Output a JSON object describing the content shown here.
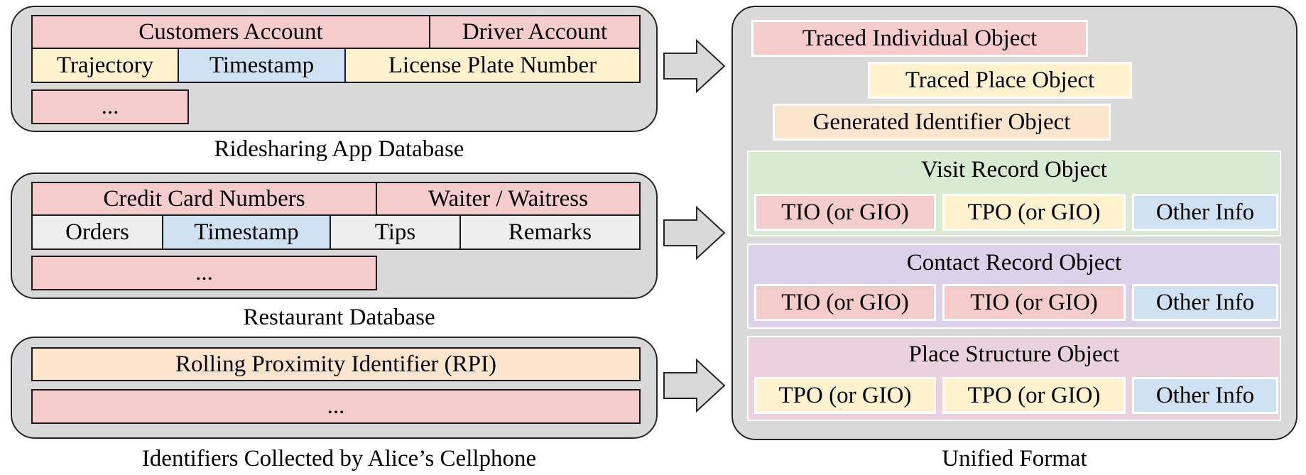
{
  "ridesharing": {
    "caption": "Ridesharing App Database",
    "customers_account": "Customers Account",
    "driver_account": "Driver Account",
    "trajectory": "Trajectory",
    "timestamp": "Timestamp",
    "license_plate": "License Plate Number",
    "more": "..."
  },
  "restaurant": {
    "caption": "Restaurant Database",
    "credit_card": "Credit Card Numbers",
    "waiter": "Waiter / Waitress",
    "orders": "Orders",
    "timestamp": "Timestamp",
    "tips": "Tips",
    "remarks": "Remarks",
    "more": "..."
  },
  "identifiers": {
    "caption": "Identifiers Collected by Alice’s Cellphone",
    "rpi": "Rolling Proximity Identifier (RPI)",
    "more": "..."
  },
  "unified": {
    "caption": "Unified Format",
    "traced_individual": "Traced Individual Object",
    "traced_place": "Traced Place Object",
    "generated_identifier": "Generated Identifier Object",
    "visit_record": {
      "title": "Visit Record Object",
      "items": [
        "TIO (or GIO)",
        "TPO (or GIO)",
        "Other Info"
      ]
    },
    "contact_record": {
      "title": "Contact Record Object",
      "items": [
        "TIO (or GIO)",
        "TIO (or GIO)",
        "Other Info"
      ]
    },
    "place_structure": {
      "title": "Place Structure Object",
      "items": [
        "TPO (or GIO)",
        "TPO (or GIO)",
        "Other Info"
      ]
    }
  },
  "colors": {
    "pink": "#f4cccc",
    "yellow": "#fff2cc",
    "blue": "#cfe2f3",
    "gray": "#eeeeee",
    "peach": "#fce5cd",
    "green": "#d9ead3",
    "purple": "#d9d2e9",
    "rose": "#ead1dc",
    "panel": "#d9d9d9"
  }
}
